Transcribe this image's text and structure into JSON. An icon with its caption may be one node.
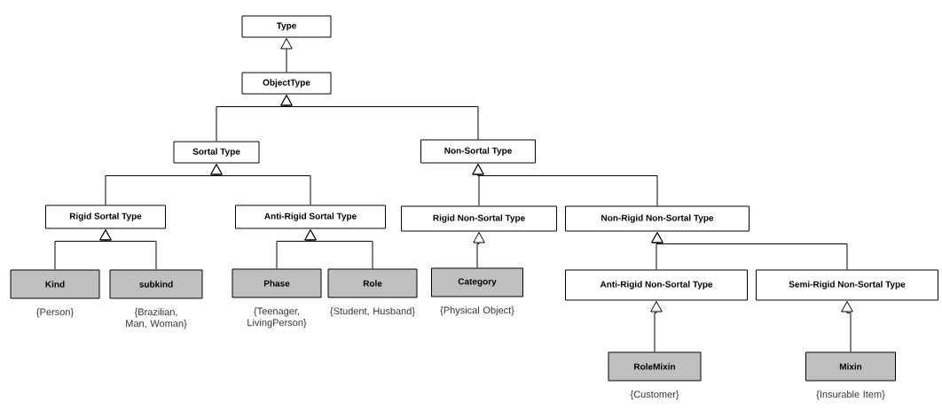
{
  "diagram": {
    "nodes": [
      {
        "text": [
          "Type"
        ]
      },
      {
        "text": [
          "ObjectType"
        ]
      },
      {
        "text": [
          "Sortal Type"
        ]
      },
      {
        "text": [
          "Non-Sortal Type"
        ]
      },
      {
        "text": [
          "Rigid Sortal Type"
        ]
      },
      {
        "text": [
          "Anti-Rigid Sortal Type"
        ]
      },
      {
        "text": [
          "Rigid Non-Sortal Type"
        ]
      },
      {
        "text": [
          "Non-Rigid Non-Sortal Type"
        ]
      },
      {
        "text": [
          "Kind"
        ],
        "beside": [
          "{Person}"
        ]
      },
      {
        "text": [
          "subkind"
        ],
        "beside": [
          "{Brazilian, Man, Woman}"
        ]
      },
      {
        "text": [
          "Phase"
        ],
        "beside": [
          "{Teenager, LivingPerson}"
        ]
      },
      {
        "text": [
          "Role"
        ],
        "beside": [
          "{Student, Husband}"
        ]
      },
      {
        "text": [
          "Category"
        ],
        "beside": [
          "{Physical Object}"
        ]
      },
      {
        "text": [
          "Anti-Rigid Non-Sortal Type"
        ]
      },
      {
        "text": [
          "Semi-Rigid Non-Sortal Type"
        ]
      },
      {
        "text": [
          "RoleMixin"
        ],
        "beside": [
          "{Customer}"
        ]
      },
      {
        "text": [
          "Mixin"
        ],
        "beside": [
          "{Insurable Item}"
        ]
      }
    ],
    "edges": [
      {
        "from": 1,
        "to": 0,
        "arrow": "to"
      },
      {
        "from": 2,
        "to": 1,
        "arrow": "to"
      },
      {
        "from": 3,
        "to": 1,
        "arrow": "to"
      },
      {
        "from": 4,
        "to": 2,
        "arrow": "to"
      },
      {
        "from": 5,
        "to": 2,
        "arrow": "to"
      },
      {
        "from": 6,
        "to": 3,
        "arrow": "to"
      },
      {
        "from": 7,
        "to": 3,
        "arrow": "to"
      },
      {
        "from": 8,
        "to": 4,
        "arrow": "to"
      },
      {
        "from": 9,
        "to": 4,
        "arrow": "to"
      },
      {
        "from": 10,
        "to": 5,
        "arrow": "to"
      },
      {
        "from": 11,
        "to": 5,
        "arrow": "to"
      },
      {
        "from": 12,
        "to": 6,
        "arrow": "to"
      },
      {
        "from": 13,
        "to": 7,
        "arrow": "to"
      },
      {
        "from": 14,
        "to": 7,
        "arrow": "to"
      },
      {
        "from": 15,
        "to": 13,
        "arrow": "to"
      },
      {
        "from": 16,
        "to": 14,
        "arrow": "to"
      }
    ]
  }
}
